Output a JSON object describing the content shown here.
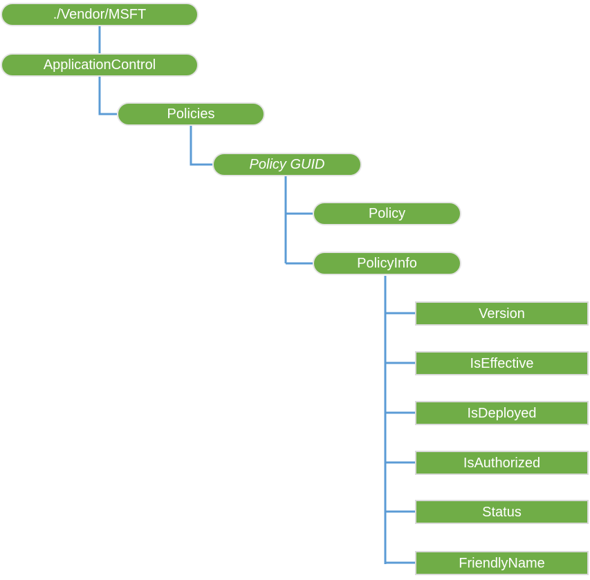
{
  "colors": {
    "node_fill": "#70AD47",
    "connector": "#5B9BD5",
    "pill_border": "#E4E4E4",
    "rect_border": "#D9D9D9",
    "text": "#FFFFFF"
  },
  "nodes": [
    {
      "id": "vendor-msft",
      "label": "./Vendor/MSFT",
      "parent": null,
      "shape": "pill",
      "italic": false
    },
    {
      "id": "application-control",
      "label": "ApplicationControl",
      "parent": "vendor-msft",
      "shape": "pill",
      "italic": false
    },
    {
      "id": "policies",
      "label": "Policies",
      "parent": "application-control",
      "shape": "pill",
      "italic": false
    },
    {
      "id": "policy-guid",
      "label": "Policy GUID",
      "parent": "policies",
      "shape": "pill",
      "italic": true
    },
    {
      "id": "policy",
      "label": "Policy",
      "parent": "policy-guid",
      "shape": "pill",
      "italic": false
    },
    {
      "id": "policy-info",
      "label": "PolicyInfo",
      "parent": "policy-guid",
      "shape": "pill",
      "italic": false
    },
    {
      "id": "version",
      "label": "Version",
      "parent": "policy-info",
      "shape": "rect",
      "italic": false
    },
    {
      "id": "is-effective",
      "label": "IsEffective",
      "parent": "policy-info",
      "shape": "rect",
      "italic": false
    },
    {
      "id": "is-deployed",
      "label": "IsDeployed",
      "parent": "policy-info",
      "shape": "rect",
      "italic": false
    },
    {
      "id": "is-authorized",
      "label": "IsAuthorized",
      "parent": "policy-info",
      "shape": "rect",
      "italic": false
    },
    {
      "id": "status",
      "label": "Status",
      "parent": "policy-info",
      "shape": "rect",
      "italic": false
    },
    {
      "id": "friendly-name",
      "label": "FriendlyName",
      "parent": "policy-info",
      "shape": "rect",
      "italic": false
    }
  ]
}
